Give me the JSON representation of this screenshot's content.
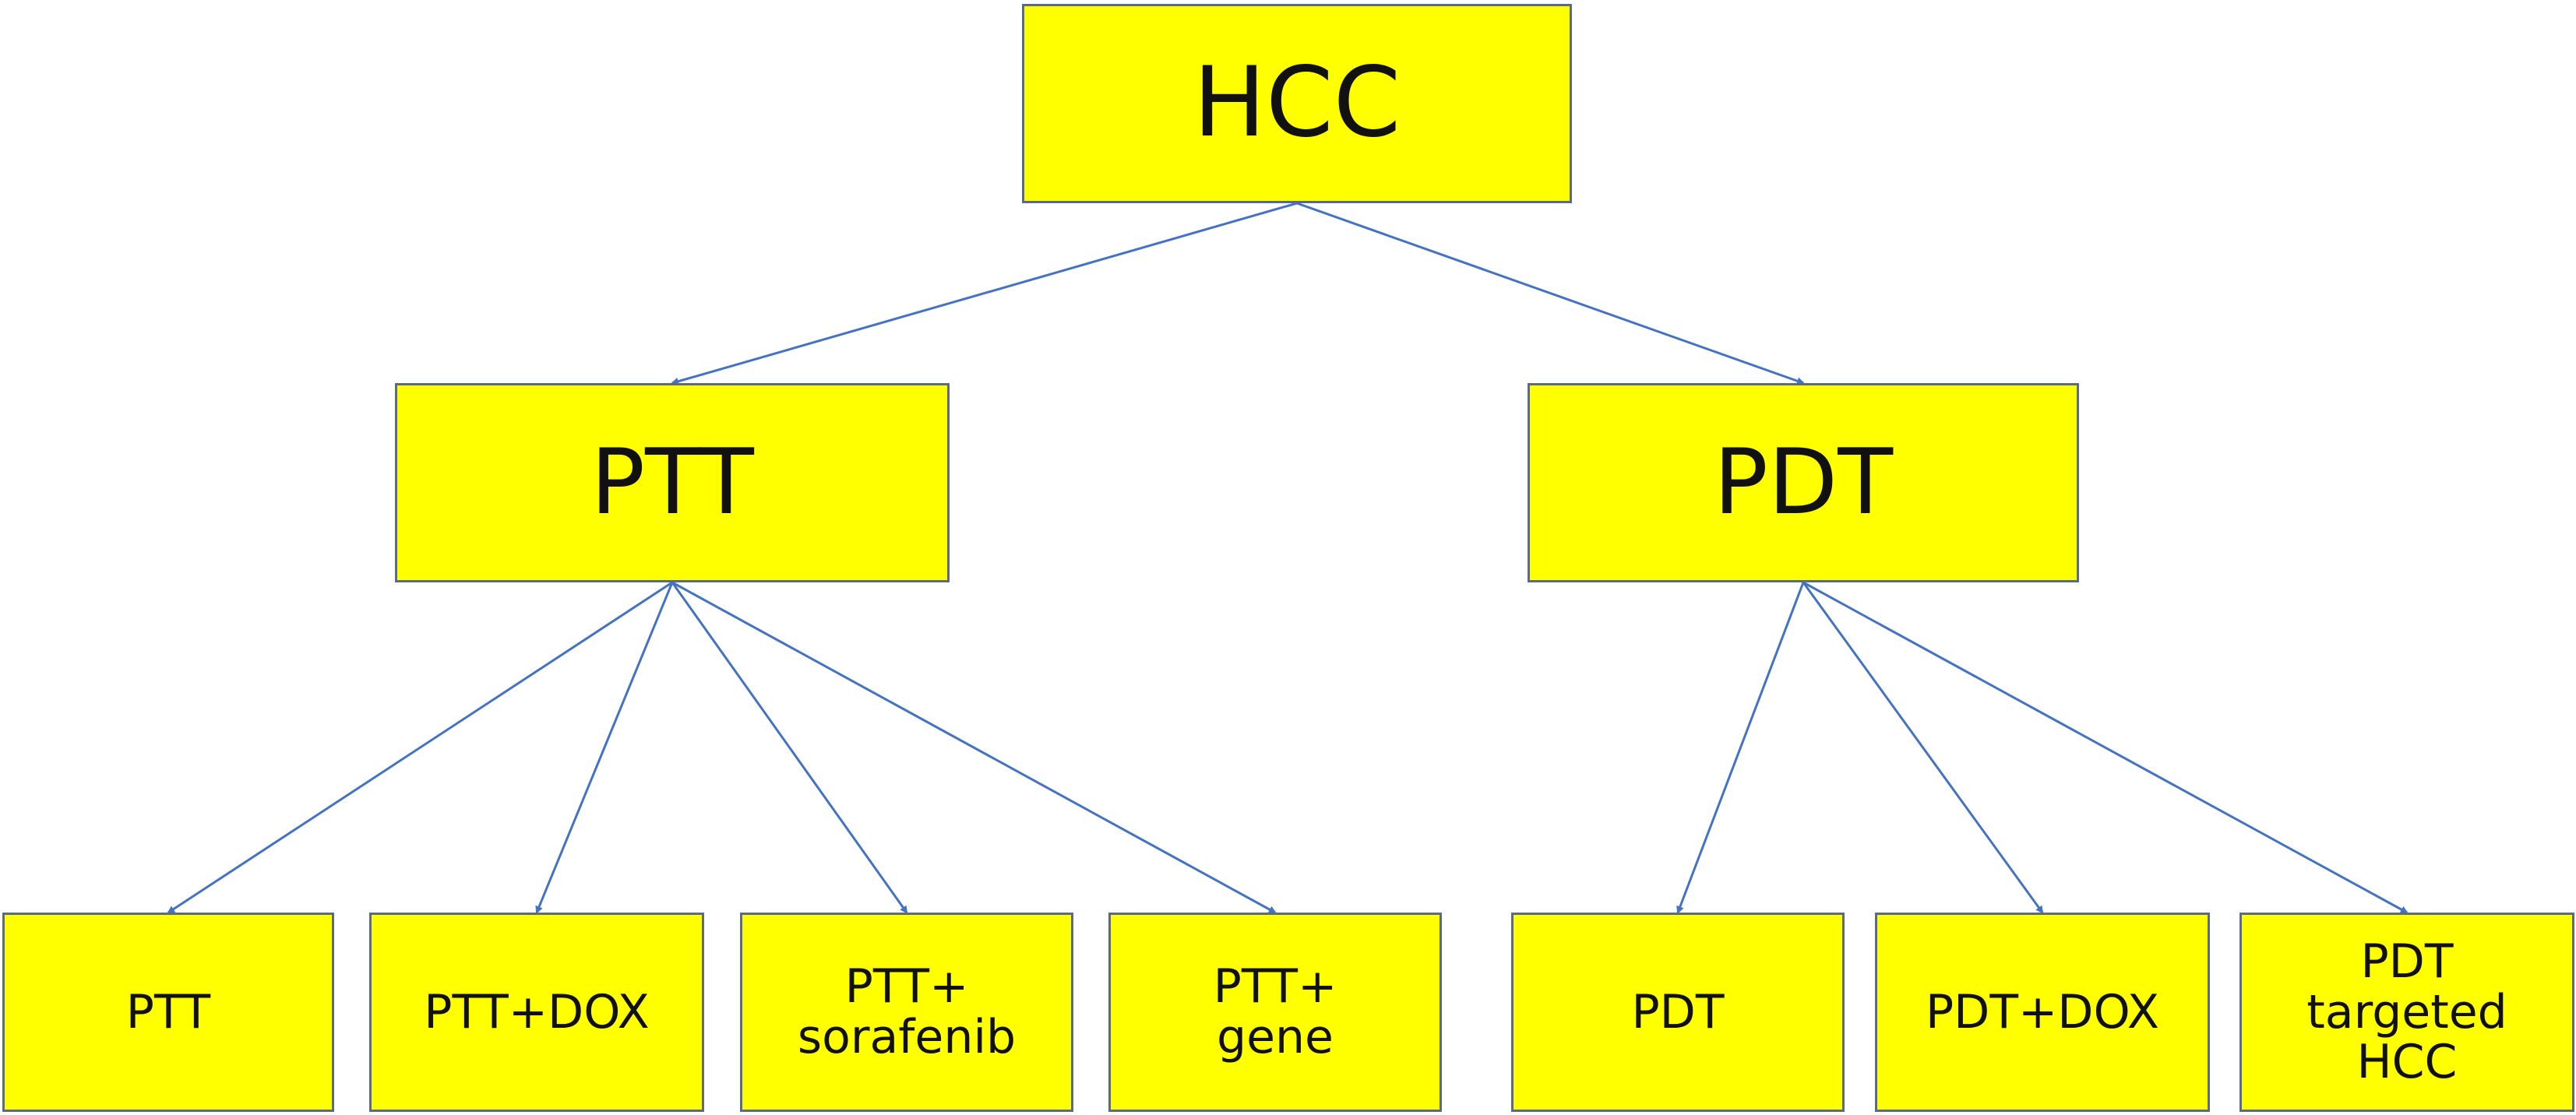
{
  "colors": {
    "node_fill": "#ffff00",
    "node_border": "#5a6a8a",
    "edge": "#4472c4",
    "text": "#111111"
  },
  "nodes": {
    "hcc": {
      "label": "HCC"
    },
    "ptt": {
      "label": "PTT"
    },
    "pdt": {
      "label": "PDT"
    },
    "leaf_ptt": {
      "label": "PTT"
    },
    "leaf_ptt_dox": {
      "label": "PTT+DOX"
    },
    "leaf_ptt_sorafenib": {
      "label": "PTT+\nsorafenib"
    },
    "leaf_ptt_gene": {
      "label": "PTT+\ngene"
    },
    "leaf_pdt": {
      "label": "PDT"
    },
    "leaf_pdt_dox": {
      "label": "PDT+DOX"
    },
    "leaf_pdt_targeted": {
      "label": "PDT\ntargeted\nHCC"
    }
  },
  "edges": [
    {
      "from": "hcc",
      "to": "ptt"
    },
    {
      "from": "hcc",
      "to": "pdt"
    },
    {
      "from": "ptt",
      "to": "leaf_ptt"
    },
    {
      "from": "ptt",
      "to": "leaf_ptt_dox"
    },
    {
      "from": "ptt",
      "to": "leaf_ptt_sorafenib"
    },
    {
      "from": "ptt",
      "to": "leaf_ptt_gene"
    },
    {
      "from": "pdt",
      "to": "leaf_pdt"
    },
    {
      "from": "pdt",
      "to": "leaf_pdt_dox"
    },
    {
      "from": "pdt",
      "to": "leaf_pdt_targeted"
    }
  ]
}
